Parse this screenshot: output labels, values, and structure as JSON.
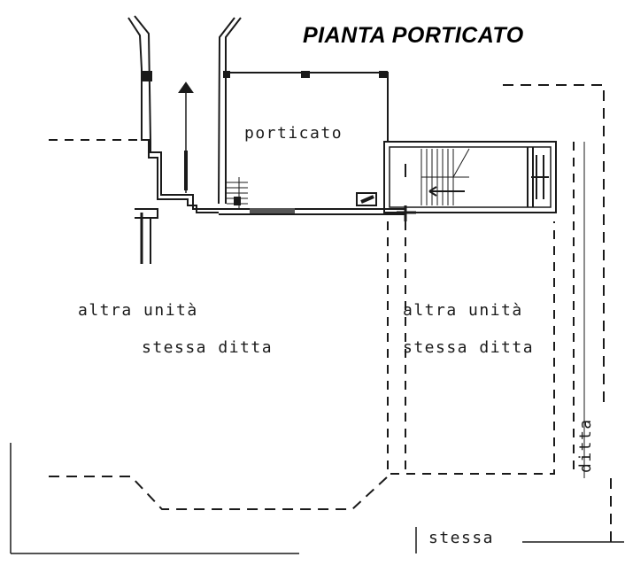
{
  "title": "PIANTA PORTICATO",
  "labels": {
    "porticato": "porticato",
    "left_unit_line1": "altra unità",
    "left_unit_line2": "stessa ditta",
    "right_unit_line1": "altra unità",
    "right_unit_line2": "stessa ditta",
    "bottom_stessa": "stessa",
    "side_ditta": "ditta"
  },
  "colors": {
    "ink": "#1a1a1a",
    "background": "#ffffff"
  }
}
